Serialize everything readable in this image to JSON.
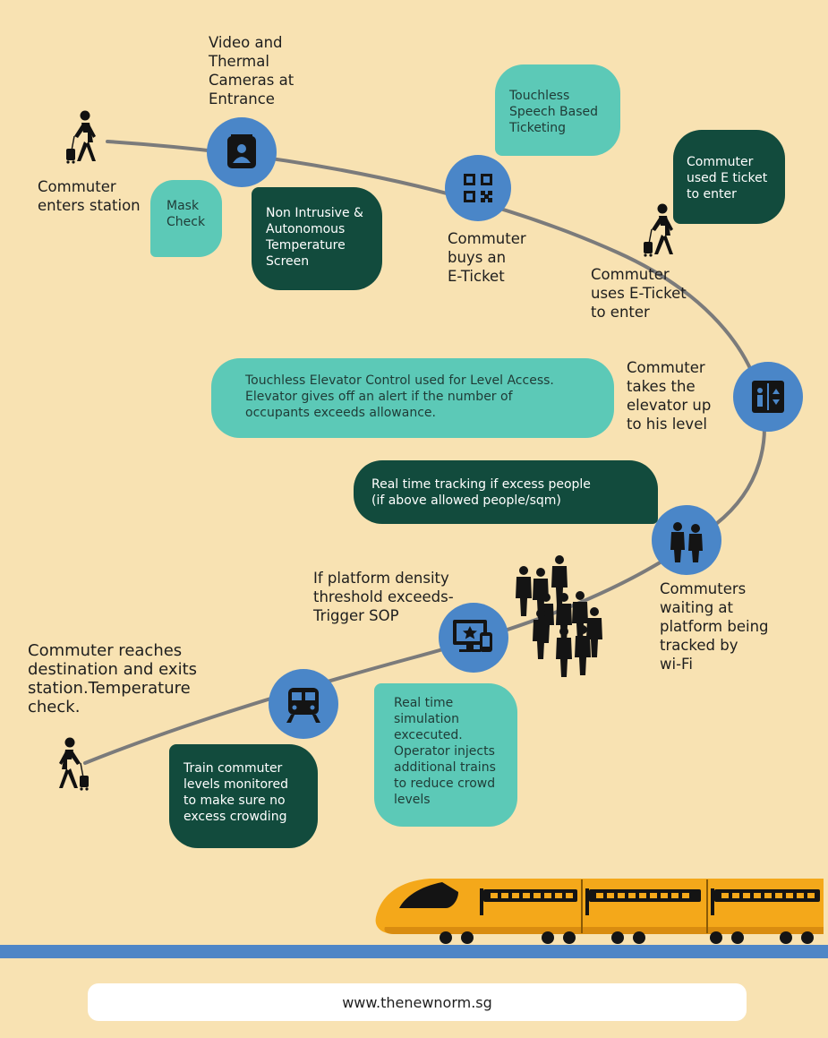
{
  "steps": {
    "enter": "Commuter\nenters station",
    "cameras": "Video and\nThermal\nCameras at\nEntrance",
    "buy": "Commuter\nbuys an\nE-Ticket",
    "use": "Commuter\nuses E-Ticket\nto enter",
    "elevator": "Commuter\ntakes the\nelevator up\nto his level",
    "waiting": "Commuters\nwaiting at\nplatform being\ntracked by\nwi-Fi",
    "density": "If platform density\nthreshold exceeds-\nTrigger SOP",
    "exit": "Commuter reaches\ndestination and exits\nstation.Temperature\ncheck."
  },
  "bubbles": {
    "mask": "Mask\nCheck",
    "temperature": "Non Intrusive &\nAutonomous\nTemperature\nScreen",
    "speech": "Touchless\nSpeech Based\nTicketing",
    "eticket": "Commuter\nused E ticket\nto enter",
    "elevator_control": "Touchless Elevator Control used for Level Access.\nElevator gives off an alert if the number of\noccupants exceeds allowance.",
    "tracking": "Real time tracking if excess people\n(if above allowed people/sqm)",
    "simulation": "Real time\nsimulation\nexcecuted.\nOperator injects\nadditional trains\nto reduce crowd\nlevels",
    "train_levels": "Train commuter\nlevels monitored\nto make sure no\nexcess crowding"
  },
  "icons": {
    "camera": "id-badge-icon",
    "ticket": "qr-code-icon",
    "elevator": "elevator-icon",
    "people": "group-people-icon",
    "monitor": "monitor-star-icon",
    "train": "metro-train-icon"
  },
  "colors": {
    "background": "#f8e2b2",
    "path": "#7b7b7b",
    "node": "#4a86c8",
    "bubble_light": "#5cc9b7",
    "bubble_dark": "#124b3d",
    "train": "#f4a81a",
    "track": "#4f86c6"
  },
  "footer": {
    "url": "www.thenewnorm.sg"
  }
}
